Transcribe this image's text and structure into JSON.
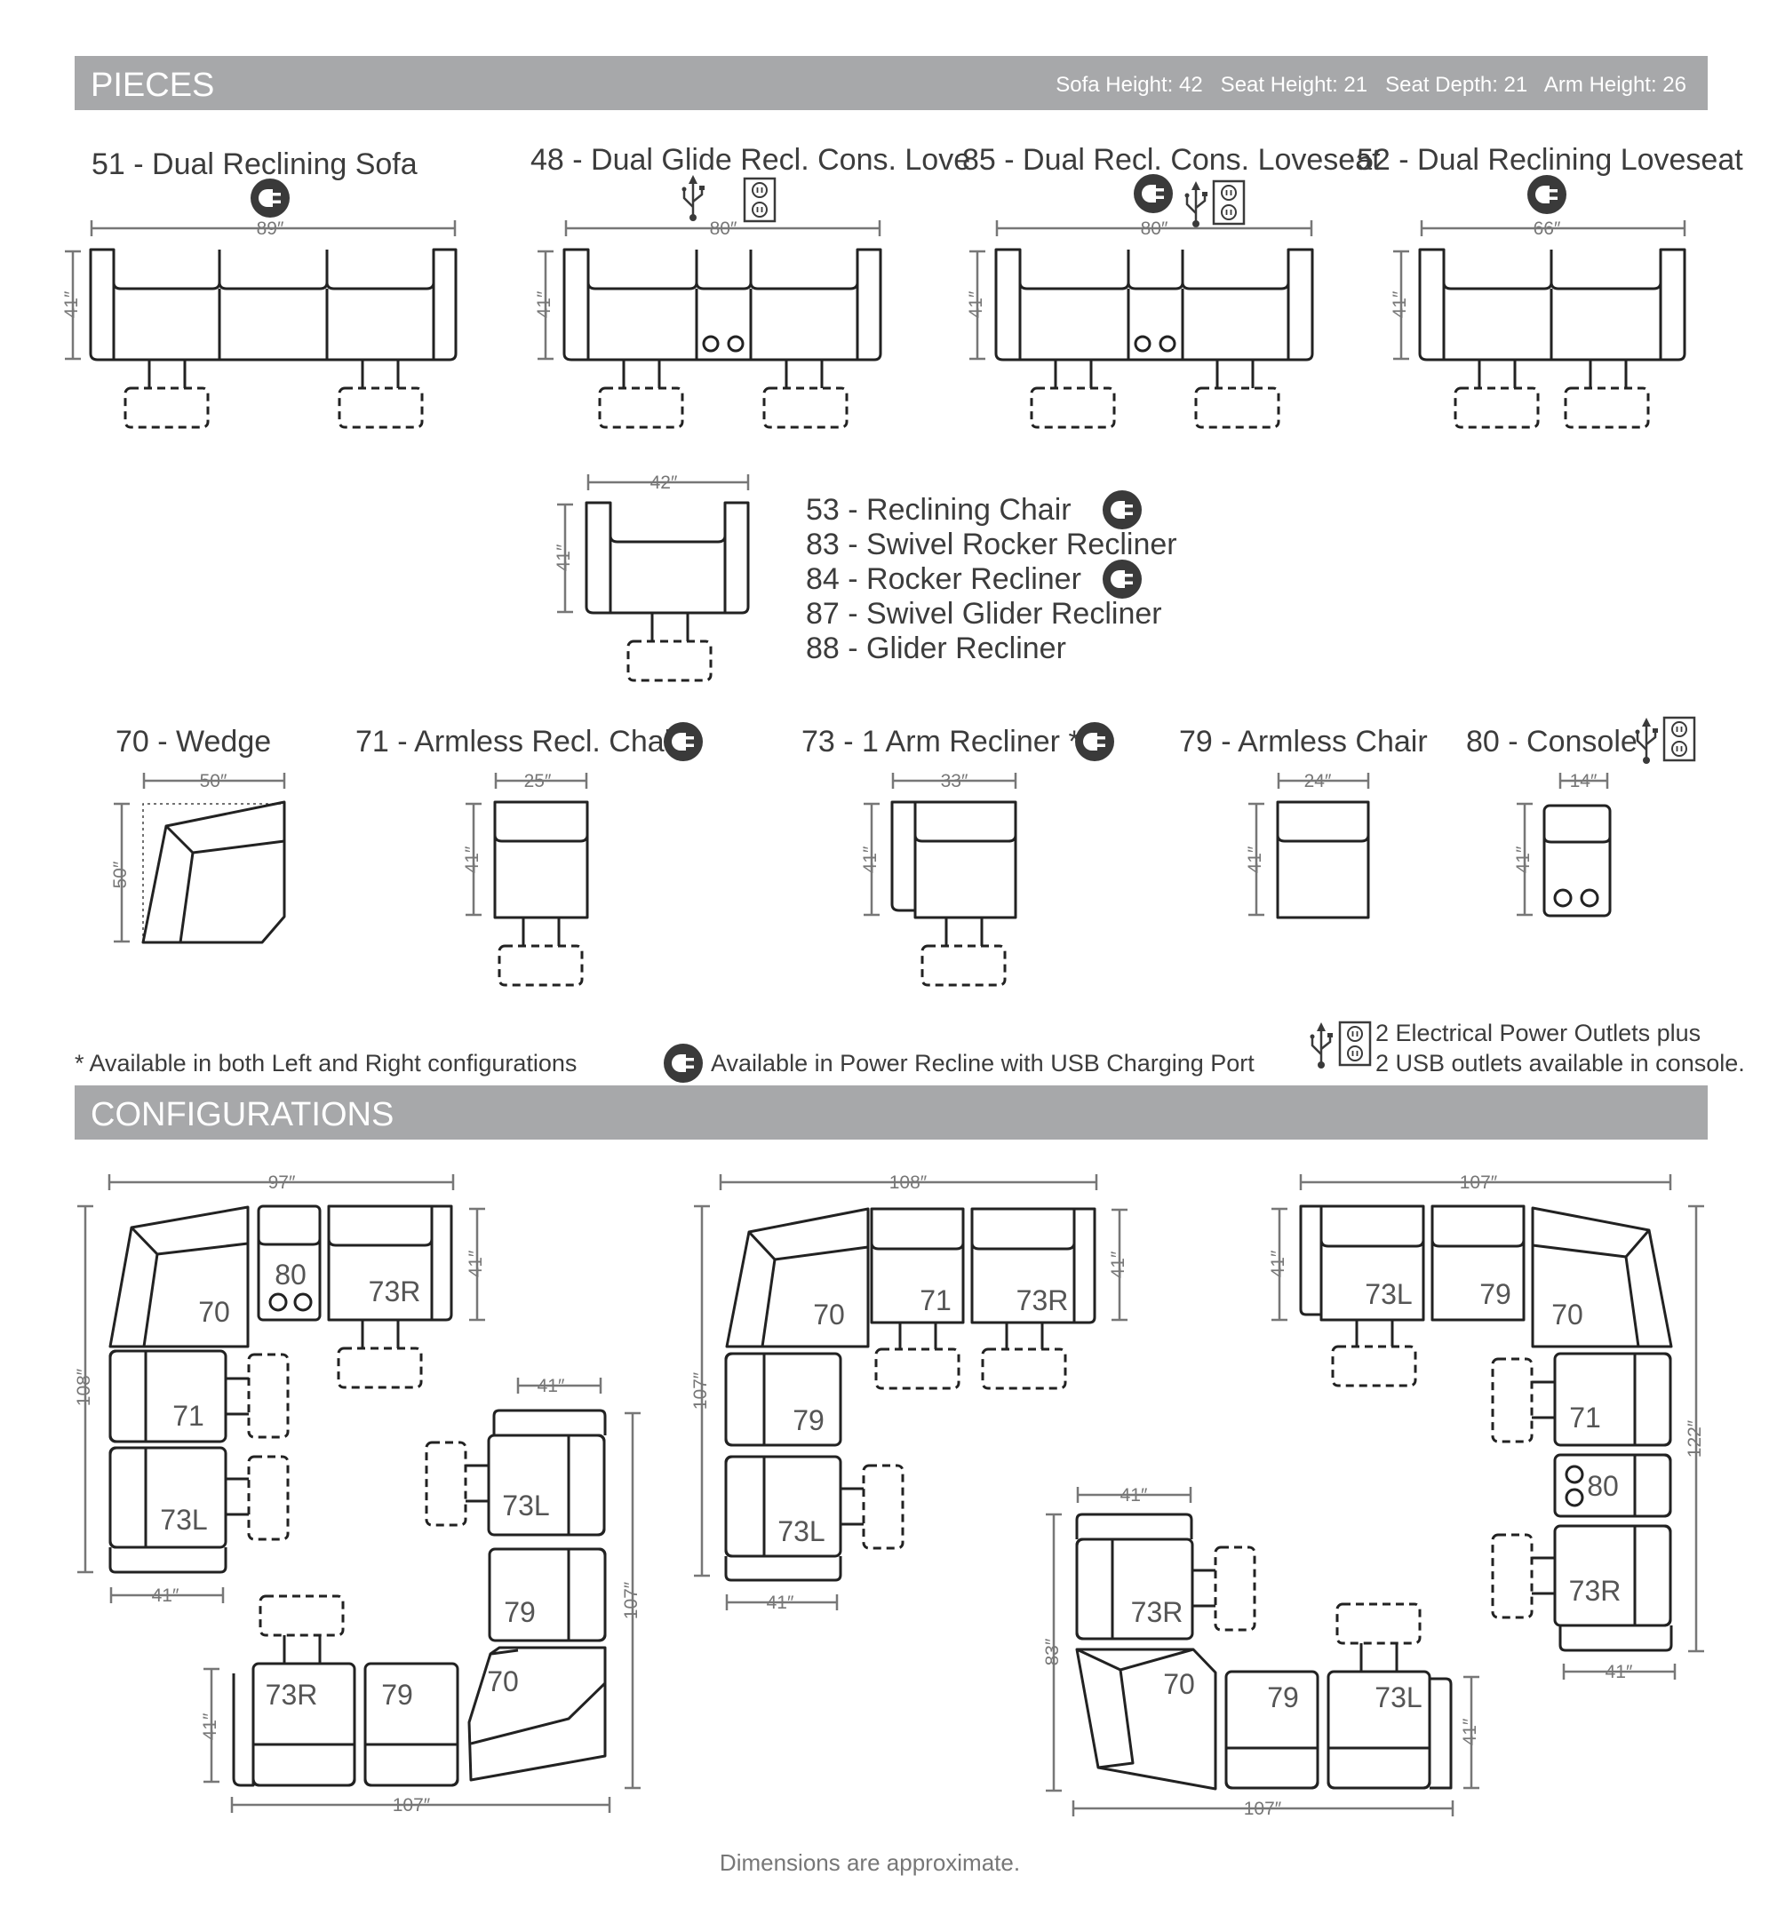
{
  "pieces_header": {
    "title": "PIECES",
    "measurements": "Sofa Height: 42   Seat Height: 21   Seat Depth: 21   Arm Height: 26"
  },
  "configurations_header": {
    "title": "CONFIGURATIONS"
  },
  "pieces": {
    "sofa": "51 - Dual Reclining Sofa",
    "glide_love": "48 - Dual Glide Recl. Cons. Love",
    "recl_cons_love": "85 - Dual Recl. Cons. Loveseat",
    "recl_love": "52 - Dual Reclining Loveseat",
    "chair_list": [
      "53 - Reclining Chair",
      "83 - Swivel Rocker Recliner",
      "84 - Rocker Recliner",
      "87 - Swivel Glider Recliner",
      "88 - Glider Recliner"
    ],
    "wedge": "70 - Wedge",
    "armless_recl": "71 - Armless Recl. Chair",
    "one_arm": "73 - 1 Arm Recliner *",
    "armless_chair": "79 - Armless Chair",
    "console": "80 - Console"
  },
  "dims": {
    "d89": "89″",
    "d80": "80″",
    "d66": "66″",
    "d42": "42″",
    "d41": "41″",
    "d50": "50″",
    "d25": "25″",
    "d33": "33″",
    "d24": "24″",
    "d14": "14″",
    "d97": "97″",
    "d108": "108″",
    "d107": "107″",
    "d122": "122″",
    "d83": "83″"
  },
  "labels": {
    "l70": "70",
    "l71": "71",
    "l73R": "73R",
    "l73L": "73L",
    "l79": "79",
    "l80": "80"
  },
  "notes": {
    "both_configs": "* Available in both Left and Right configurations",
    "power": "Available in Power Recline with USB Charging Port",
    "outlets_1": "2 Electrical Power Outlets plus",
    "outlets_2": "2 USB outlets available in console."
  },
  "footer": "Dimensions are approximate.",
  "colors": {
    "header_bar": "#a7a8aa",
    "line": "#222222",
    "dimension": "#777777"
  },
  "icons": [
    "power-plug-icon",
    "usb-icon",
    "outlet-icon"
  ]
}
